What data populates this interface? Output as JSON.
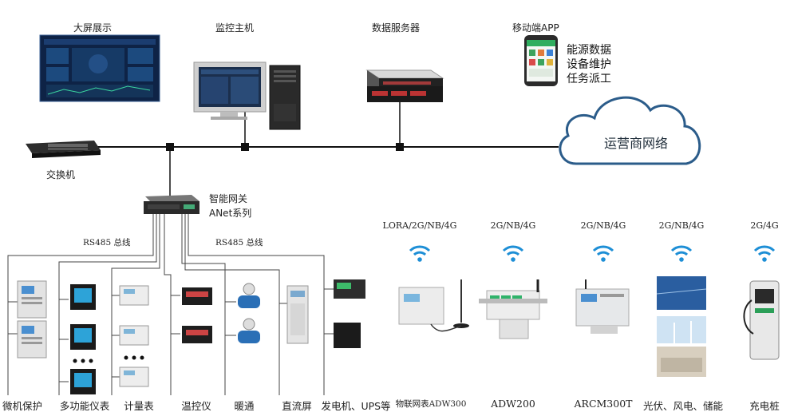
{
  "top_labels": {
    "big_screen": "大屏展示",
    "monitor_host": "监控主机",
    "data_server": "数据服务器",
    "mobile_app": "移动端APP"
  },
  "app_features": [
    "能源数据",
    "设备维护",
    "任务派工"
  ],
  "cloud": "运营商网络",
  "switch": "交换机",
  "gateway": {
    "line1": "智能网关",
    "line2": "ANet系列"
  },
  "bus_left": "RS485 总线",
  "bus_right": "RS485 总线",
  "wireless": [
    {
      "net": "LORA/2G/NB/4G",
      "device": "物联网表ADW300"
    },
    {
      "net": "2G/NB/4G",
      "device": "ADW200"
    },
    {
      "net": "2G/NB/4G",
      "device": "ARCM300T"
    },
    {
      "net": "2G/NB/4G",
      "device": "光伏、风电、储能"
    },
    {
      "net": "2G/4G",
      "device": "充电桩"
    }
  ],
  "wired_devices": [
    "微机保护",
    "多功能仪表",
    "计量表",
    "温控仪",
    "暖通",
    "直流屏",
    "发电机、UPS等"
  ],
  "colors": {
    "cloud_stroke": "#2b5c8a",
    "wifi": "#1e8fd6",
    "line": "#111111"
  }
}
